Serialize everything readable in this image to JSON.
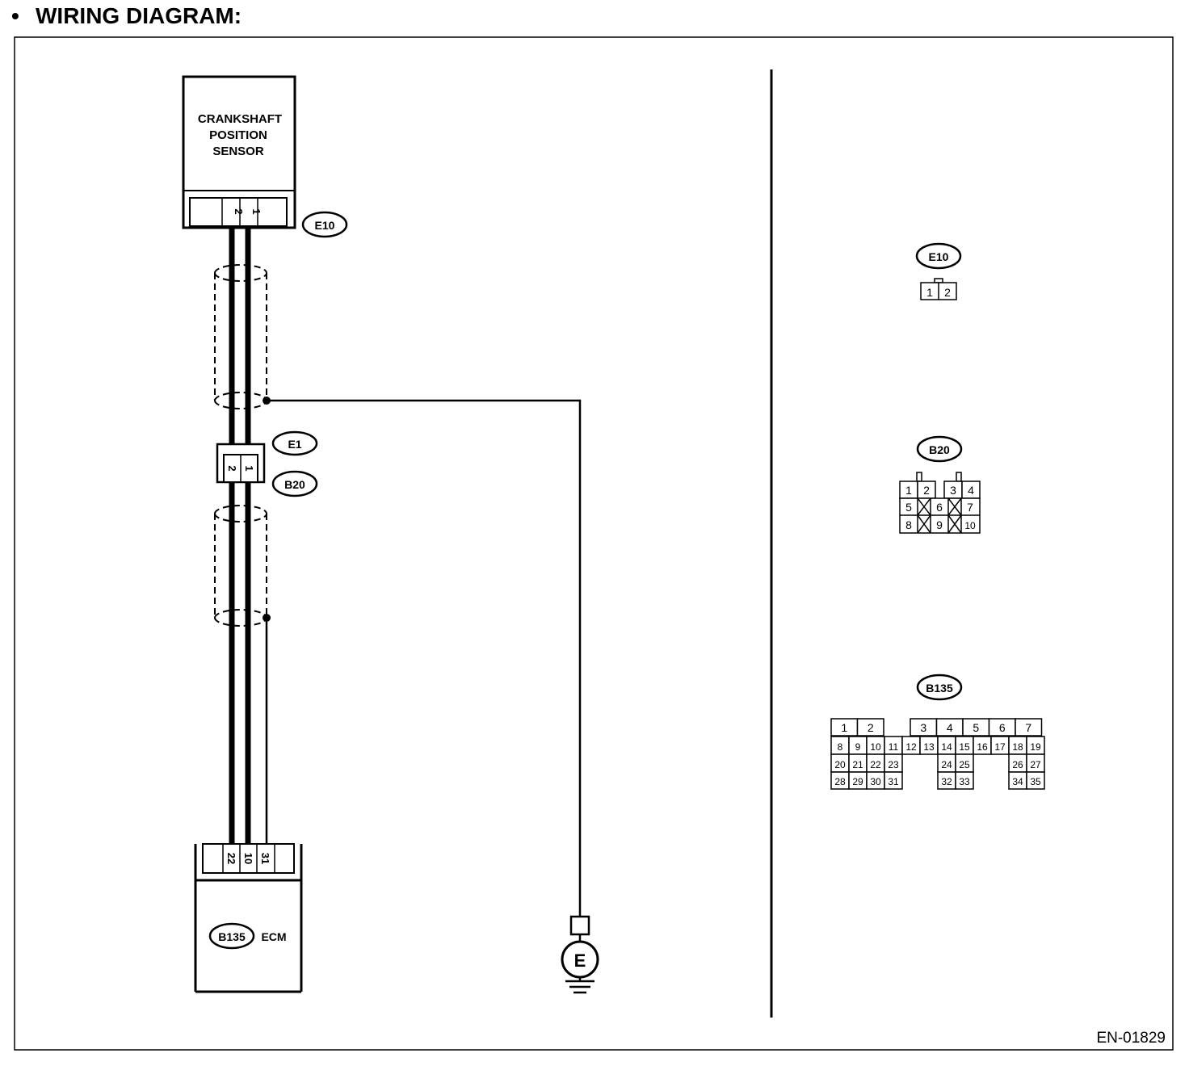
{
  "heading": {
    "bullet": "•",
    "title": "WIRING DIAGRAM:"
  },
  "figure_id": "EN-01829",
  "sensor": {
    "label_lines": [
      "CRANKSHAFT",
      "POSITION",
      "SENSOR"
    ],
    "connector": "E10",
    "pins": [
      "2",
      "1"
    ]
  },
  "junction": {
    "connector_top": "E1",
    "connector_bottom": "B20",
    "pins": [
      "2",
      "1"
    ]
  },
  "ecm": {
    "connector": "B135",
    "label": "ECM",
    "pins": [
      "22",
      "10",
      "31"
    ]
  },
  "ground": {
    "label": "E"
  },
  "connector_views": {
    "e10": {
      "label": "E10",
      "pins": [
        "1",
        "2"
      ]
    },
    "b20": {
      "label": "B20",
      "rows": [
        [
          "1",
          "2",
          "3",
          "4"
        ],
        [
          "5",
          "6",
          "7"
        ],
        [
          "8",
          "9",
          "10"
        ]
      ]
    },
    "b135": {
      "label": "B135",
      "rows": [
        [
          "1",
          "2",
          "3",
          "4",
          "5",
          "6",
          "7"
        ],
        [
          "8",
          "9",
          "10",
          "11",
          "12",
          "13",
          "14",
          "15",
          "16",
          "17",
          "18",
          "19"
        ],
        [
          "20",
          "21",
          "22",
          "23",
          "24",
          "25",
          "26",
          "27"
        ],
        [
          "28",
          "29",
          "30",
          "31",
          "32",
          "33",
          "34",
          "35"
        ]
      ]
    }
  },
  "colors": {
    "line": "#000000",
    "background": "#ffffff"
  }
}
